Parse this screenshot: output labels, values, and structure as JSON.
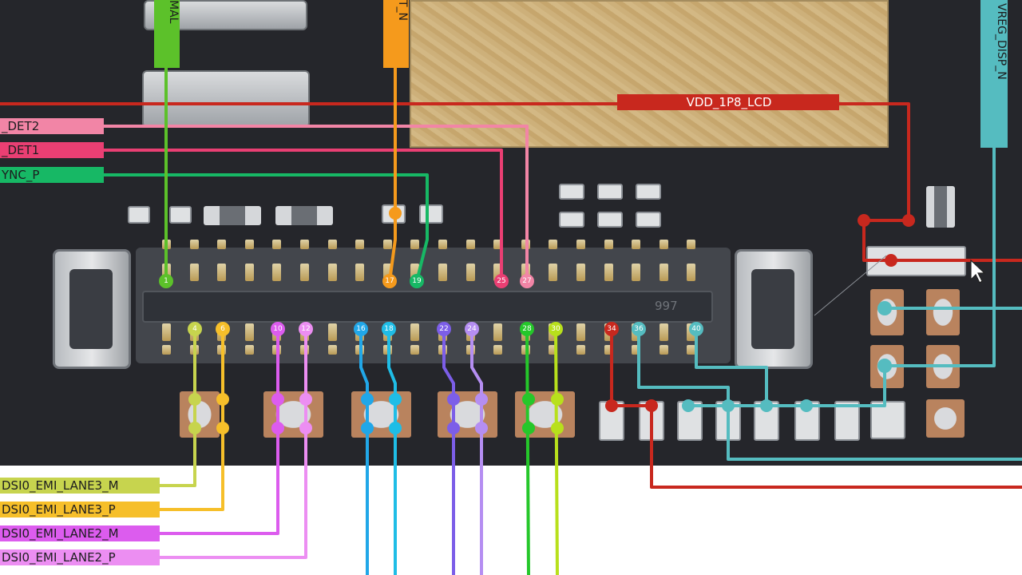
{
  "labels": {
    "det2": "_DET2",
    "det1": "_DET1",
    "sync": "YNC_P",
    "vdd": "VDD_1P8_LCD",
    "vreg": "VREG_DISP_N",
    "mal": "MAL",
    "tn": "T_N",
    "lane3m": "DSI0_EMI_LANE3_M",
    "lane3p": "DSI0_EMI_LANE3_P",
    "lane2m": "DSI0_EMI_LANE2_M",
    "lane2p": "DSI0_EMI_LANE2_P",
    "part_mark": "997"
  },
  "pins_top": [
    "1",
    "17",
    "19",
    "25",
    "27"
  ],
  "pins_bottom": [
    "4",
    "6",
    "10",
    "12",
    "16",
    "18",
    "22",
    "24",
    "28",
    "30",
    "34",
    "36",
    "40"
  ],
  "colors": {
    "green": "#5cc12a",
    "orange": "#f59a1c",
    "pink_light": "#f285a6",
    "pink_deep": "#ea3f73",
    "teal_green": "#17b865",
    "red": "#c8281e",
    "teal": "#55bcc0",
    "yellow_green": "#c7d44e",
    "yellow": "#f6bf2a",
    "magenta": "#dc5cee",
    "violet_light": "#ec8ef2",
    "sky": "#21a7e8",
    "cyan": "#1fbde6",
    "purple": "#7c5ee8",
    "lavender": "#b58ef2",
    "bright_green": "#25c72a",
    "lime": "#b8e01c",
    "cursor": "#ffffff"
  }
}
